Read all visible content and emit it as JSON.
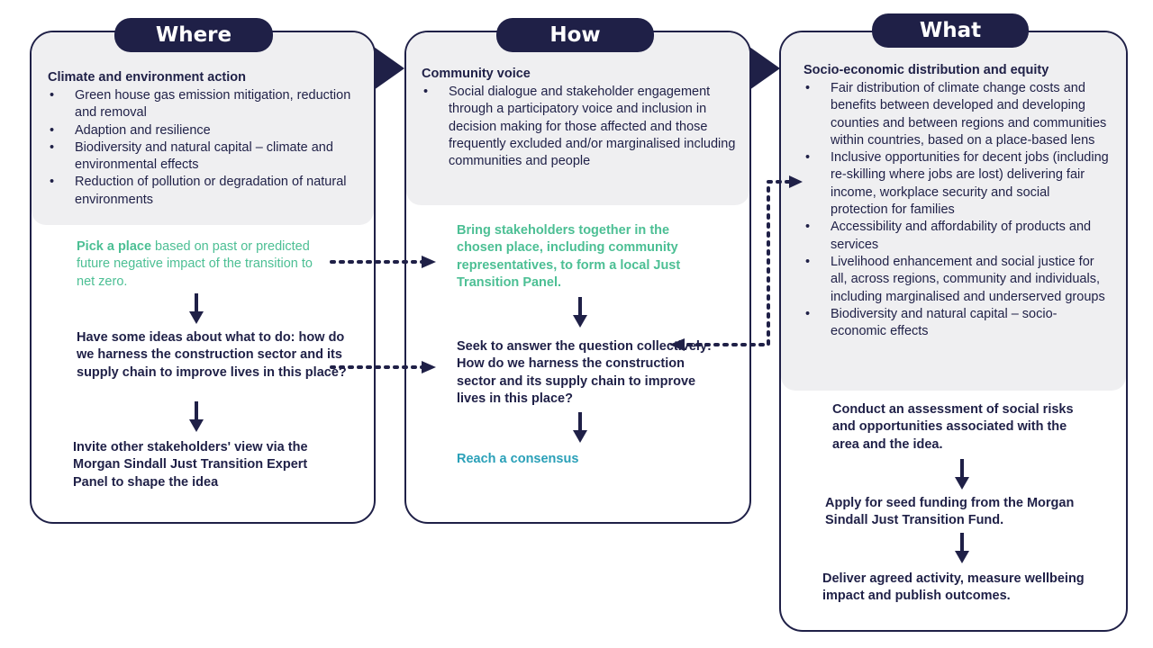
{
  "tabs": {
    "where": "Where",
    "how": "How",
    "what": "What"
  },
  "where": {
    "heading": "Climate and environment action",
    "bullets": [
      "Green house gas emission mitigation, reduction and removal",
      "Adaption and resilience",
      "Biodiversity and natural capital – climate and environmental effects",
      "Reduction of pollution or degradation of natural environments"
    ],
    "step1_bold": "Pick a place",
    "step1_rest": " based on past or predicted future negative impact of the transition to net zero.",
    "step2": "Have some ideas about what to do: how do we harness the construction sector and its supply chain to improve lives in this place?",
    "step3": "Invite other stakeholders' view via the Morgan Sindall Just Transition Expert Panel to shape the idea"
  },
  "how": {
    "heading": "Community voice",
    "bullets": [
      "Social dialogue and stakeholder engagement through a participatory voice and inclusion in decision making for those affected and those frequently excluded and/or marginalised including communities and people"
    ],
    "step1": "Bring stakeholders together in the chosen place, including community representatives, to form a local Just Transition Panel.",
    "step2": "Seek to answer the question collectively: How do we harness the construction sector and its supply chain to improve lives in this place?",
    "step3": "Reach a consensus"
  },
  "what": {
    "heading": "Socio-economic distribution and equity",
    "bullets": [
      "Fair distribution of climate change costs and benefits between developed and developing counties and between regions and communities within countries, based on a place-based lens",
      "Inclusive opportunities for decent jobs (including re-skilling where jobs are lost) delivering fair income, workplace security and social protection for families",
      "Accessibility and affordability of products and services",
      "Livelihood enhancement and social justice for all, across regions, community and individuals, including marginalised and underserved groups",
      "Biodiversity and natural capital – socio-economic effects"
    ],
    "step1": "Conduct an assessment of social risks and opportunities associated with the area and the idea.",
    "step2": "Apply for seed funding from the Morgan Sindall Just Transition Fund.",
    "step3": "Deliver agreed activity, measure wellbeing impact and publish outcomes."
  },
  "colors": {
    "navy": "#1f2047",
    "green": "#4cbf94",
    "teal": "#2aa0b8",
    "panel_grey": "#efeff1"
  }
}
